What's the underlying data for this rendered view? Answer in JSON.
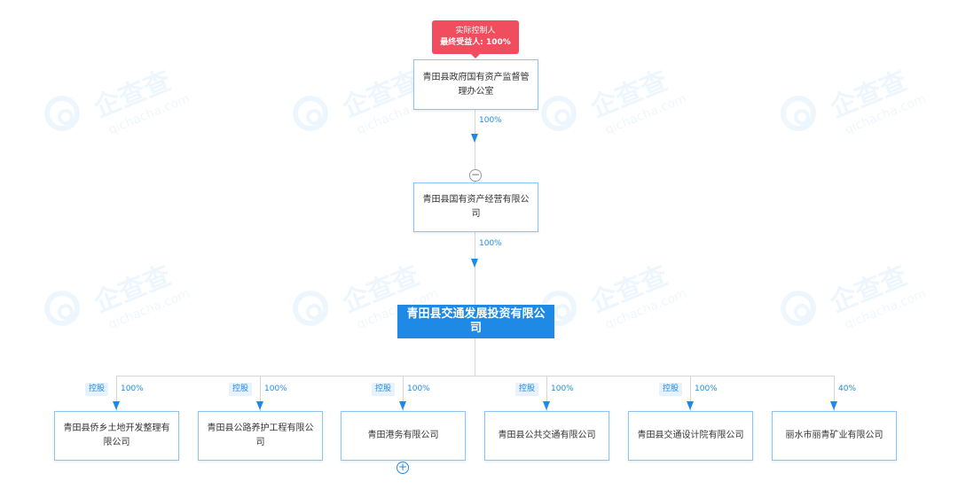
{
  "badge": {
    "line1": "实际控制人",
    "line2": "最终受益人: 100%"
  },
  "watermark": {
    "text": "企查查",
    "sub": "qichacha.com"
  },
  "top_node": {
    "label": "青田县政府国有资产监督管理办公室"
  },
  "top_edge": {
    "pct": "100%"
  },
  "mid_node": {
    "label": "青田县国有资产经营有限公司"
  },
  "mid_edge": {
    "pct": "100%"
  },
  "main_node": {
    "label": "青田县交通发展投资有限公司"
  },
  "collapse_toggle": {
    "symbol": "−"
  },
  "expand_toggle": {
    "symbol": "+"
  },
  "children": [
    {
      "label": "青田县侨乡土地开发整理有限公司",
      "tag": "控股",
      "pct": "100%"
    },
    {
      "label": "青田县公路养护工程有限公司",
      "tag": "控股",
      "pct": "100%"
    },
    {
      "label": "青田港务有限公司",
      "tag": "控股",
      "pct": "100%"
    },
    {
      "label": "青田县公共交通有限公司",
      "tag": "控股",
      "pct": "100%"
    },
    {
      "label": "青田县交通设计院有限公司",
      "tag": "控股",
      "pct": "100%"
    },
    {
      "label": "丽水市丽青矿业有限公司",
      "tag": "",
      "pct": "40%"
    }
  ],
  "colors": {
    "accent": "#1f8ae6",
    "badge": "#f04d5f",
    "line": "#d6d6d6"
  }
}
